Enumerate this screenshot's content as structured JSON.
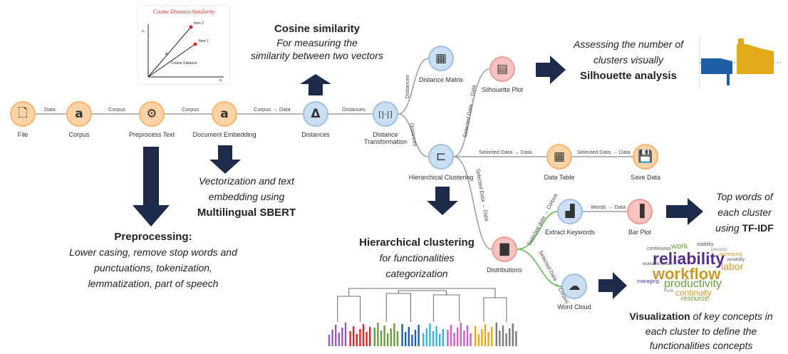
{
  "nodes": {
    "file": "File",
    "corpus": "Corpus",
    "preprocess": "Preprocess Text",
    "embedding": "Document Embedding",
    "distances": "Distances",
    "transform": "Distance Transformation",
    "matrix": "Distance Matrix",
    "silhouette": "Silhouette Plot",
    "hier": "Hierarchical Clustering",
    "table": "Data Table",
    "save": "Save Data",
    "keywords": "Extract Keywords",
    "barplot": "Bar Plot",
    "distributions": "Distributions",
    "wordcloud": "Word Cloud"
  },
  "edges": {
    "file_corpus": "Data",
    "corpus_pre": "Corpus",
    "pre_emb": "Corpus",
    "emb_dist": "Corpus → Data",
    "dist_trans": "Distances",
    "trans_matrix": "Distances",
    "trans_hier": "Distances",
    "hier_silhouette": "Selected Data → Data",
    "hier_table": "Selected Data → Data",
    "table_save": "Selected Data → Data",
    "hier_distr": "Selected Data → Data",
    "distr_keywords": "Selected data → Corpus",
    "keywords_bar": "Words → Data",
    "distr_wordcloud": "Selected Data → Corpus"
  },
  "cosine": {
    "title": "Cosine similarity",
    "line1": "For measuring the",
    "line2": "similarity between two vectors",
    "thumb_title": "Cosine Distance/Similarity",
    "thumb_item2": "Item 2",
    "thumb_item1": "Item 1",
    "thumb_theta": "θ",
    "thumb_label": "Cosine Distance",
    "thumb_x1": "x₁",
    "thumb_x2": "x₂"
  },
  "silhouette_text": {
    "line1": "Assessing the number of",
    "line2": "clusters visually",
    "line3": "Silhouette analysis"
  },
  "vector_text": {
    "line1": "Vectorization and text",
    "line2": "embedding using",
    "line3": "Multilingual SBERT"
  },
  "preproc_text": {
    "title": "Preprocessing:",
    "line1": "Lower casing, remove stop words and",
    "line2": "punctuations, tokenization,",
    "line3": "lemmatization, part of speech"
  },
  "hier_text": {
    "title": "Hierarchical clustering",
    "line1": "for functionalities",
    "line2": "categorization"
  },
  "tfidf_text": {
    "line1": "Top words of",
    "line2": "each cluster",
    "line3_prefix": "using ",
    "line3_bold": "TF-IDF"
  },
  "viz_text": {
    "bold": "Visualization",
    "line1_rest": " of key concepts in",
    "line2": "each cluster to define the",
    "line3": "functionalities concepts"
  },
  "wordcloud_words": {
    "reliability": "reliability",
    "workflow": "workflow",
    "productivity": "productivity",
    "continuity": "continuity",
    "resource": "resource",
    "work": "work",
    "stability": "stability",
    "labor": "labor",
    "continuous": "continuous",
    "managing": "managing",
    "variability": "variability",
    "workable": "workable-onsite",
    "trade": "trade",
    "intensity": "intensity",
    "increasing": "increasing"
  },
  "colors": {
    "arrow": "#1d2a4a",
    "link": "#9aa0a6",
    "link_green": "#6fbf5a",
    "orange": "#f5b570",
    "blue": "#9ec0e4",
    "red": "#ea9c97"
  }
}
